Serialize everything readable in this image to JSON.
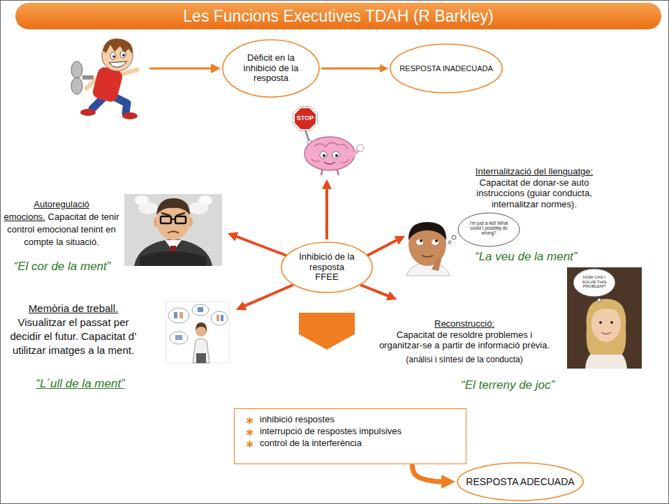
{
  "diagram": {
    "title": "Les Funcions Executives TDAH (R Barkley)",
    "nodes": [
      {
        "text": [
          "Dèficit en la inhibició de la resposta"
        ]
      },
      {
        "text": [
          "RESPOSTA INADECUADA"
        ]
      },
      {
        "text": [
          "Inhibició de la resposta FFEE"
        ]
      },
      {
        "text": [
          "inhibició respostes",
          "interrupció de respostes impulsives",
          "control de la interferència"
        ]
      },
      {
        "text": [
          "RESPOSTA ADECUADA"
        ]
      }
    ],
    "edges": [
      {
        "from": 0,
        "to": 1,
        "arrow": "to"
      },
      {
        "from": 2,
        "to": 3,
        "arrow": "to"
      },
      {
        "from": 3,
        "to": 4,
        "arrow": "to"
      }
    ],
    "labels": [
      "STOP",
      "Internalització del llenguatge:",
      "Capacitat de donar-se auto instruccions (guiar conducta, internalitzar normes).",
      "Autoregulació emocions.",
      "Capacitat de tenir control emocional tenint en compte la situació.",
      "I'm just a kid! What could I possibly do wrong?",
      "“La veu de la ment”",
      "“El cor de la ment”",
      "HOW CAN I SOLVE THIS PROBLEM?",
      "Memòria de treball.",
      "Visualitzar el passat per decidir el futur. Capacitat d’ utilitzar imatges a la ment.",
      "Reconstrucció:",
      "Capacitat de resoldre problemes i organitzar-se a partir de informació prèvia.",
      "(anàlisi i síntesi de la conducta)",
      "“L´ull de la ment”",
      "“El terreny de joc”"
    ]
  }
}
